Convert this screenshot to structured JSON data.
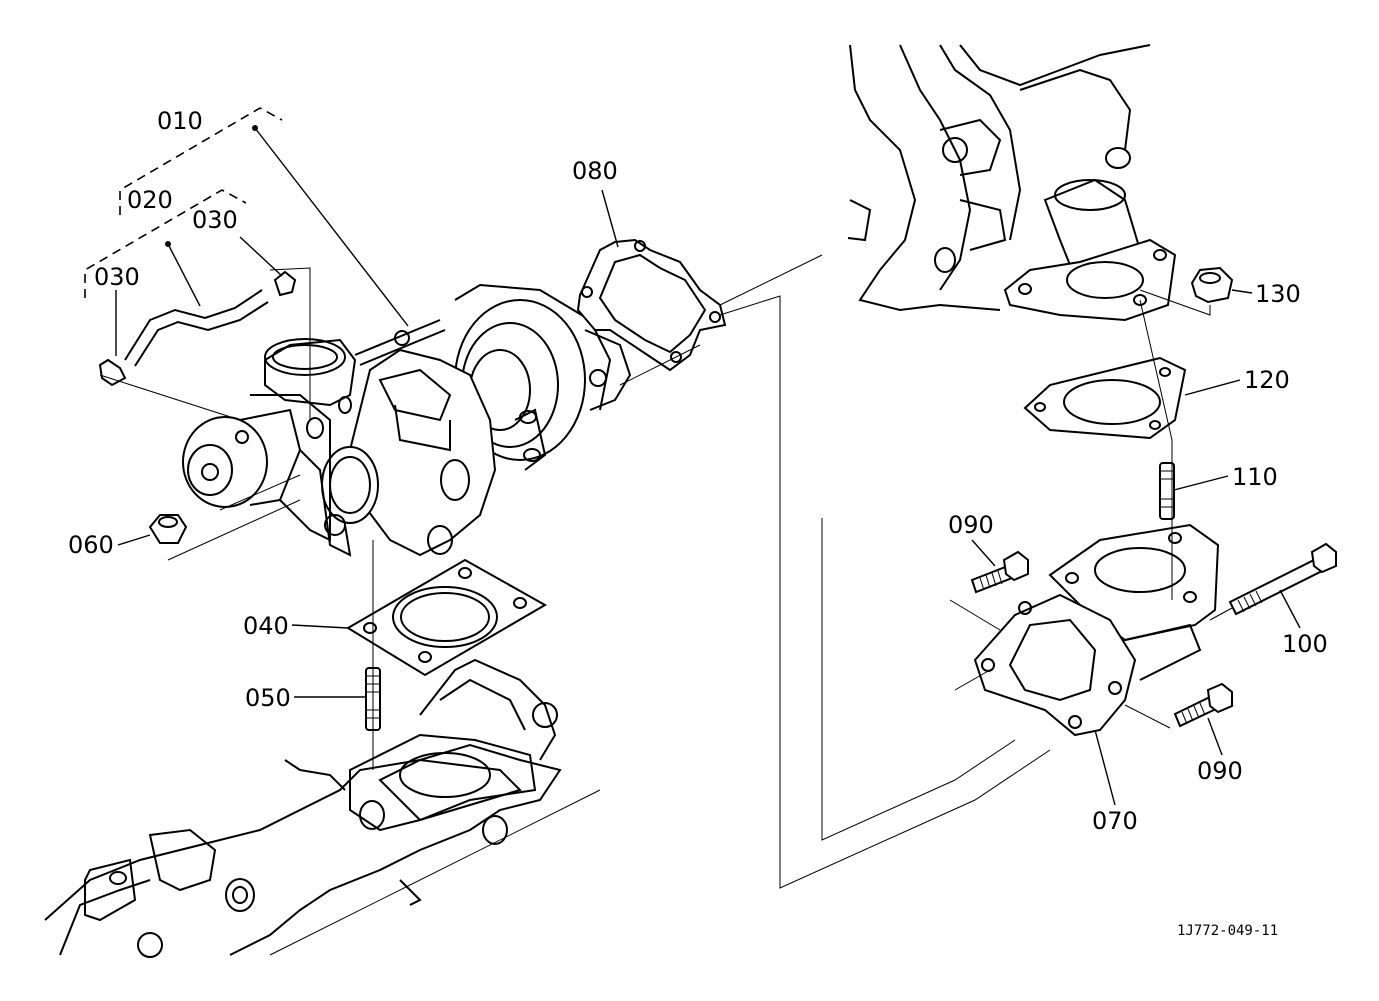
{
  "diagram": {
    "callouts": [
      {
        "id": "010",
        "label": "010"
      },
      {
        "id": "020",
        "label": "020"
      },
      {
        "id": "030a",
        "label": "030"
      },
      {
        "id": "030b",
        "label": "030"
      },
      {
        "id": "040",
        "label": "040"
      },
      {
        "id": "050",
        "label": "050"
      },
      {
        "id": "060",
        "label": "060"
      },
      {
        "id": "070",
        "label": "070"
      },
      {
        "id": "080",
        "label": "080"
      },
      {
        "id": "090a",
        "label": "090"
      },
      {
        "id": "090b",
        "label": "090"
      },
      {
        "id": "100",
        "label": "100"
      },
      {
        "id": "110",
        "label": "110"
      },
      {
        "id": "120",
        "label": "120"
      },
      {
        "id": "130",
        "label": "130"
      }
    ],
    "drawing_code": "1J772-049-11"
  }
}
